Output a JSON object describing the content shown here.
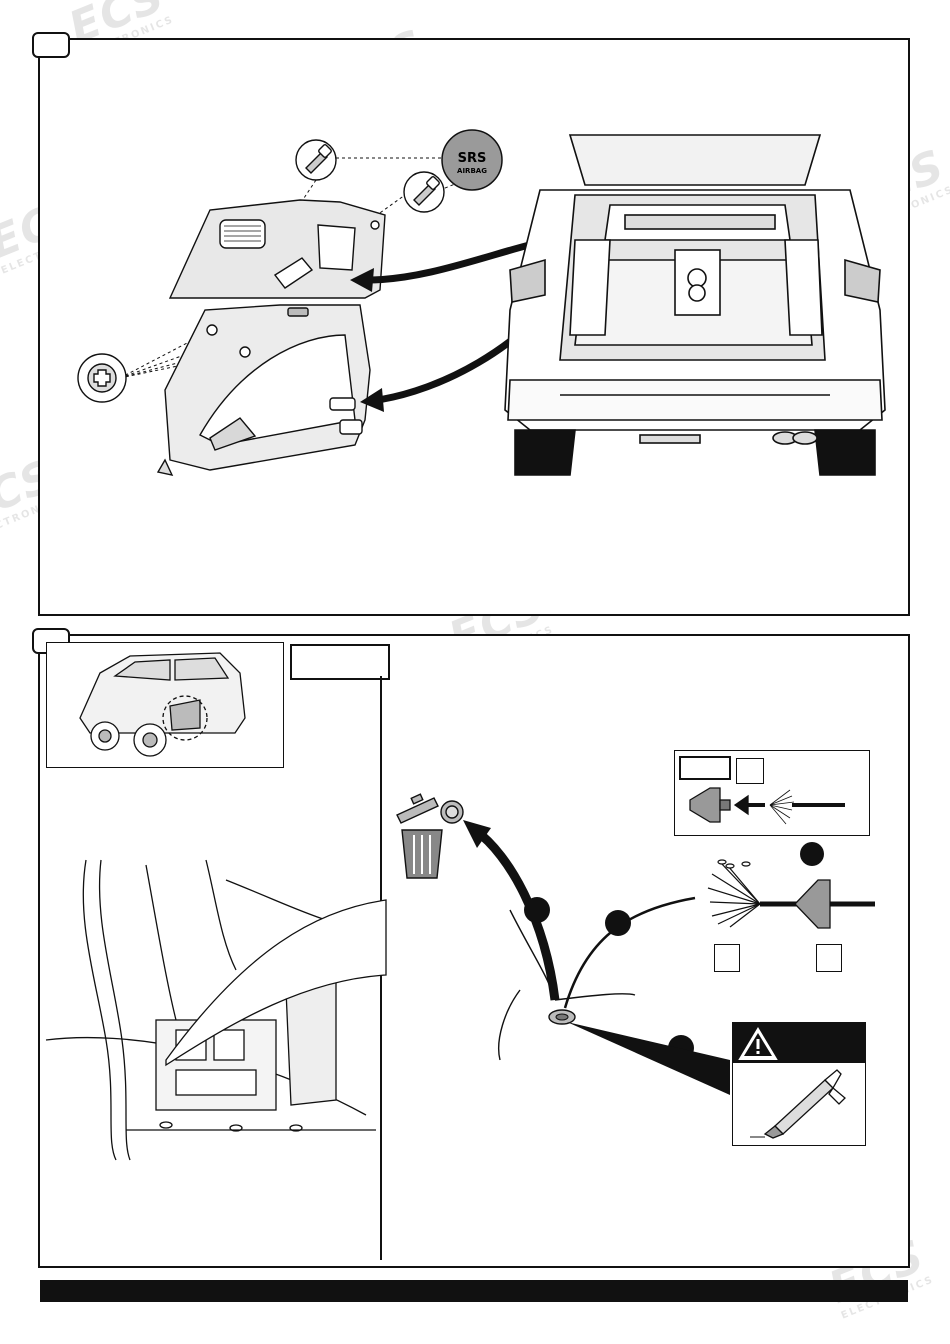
{
  "watermark": {
    "brand": "ECS",
    "tagline": "ELECTRONICS"
  },
  "srs_label": {
    "line1": "SRS",
    "line2": "AIRBAG"
  },
  "icons": [
    "screw-icon",
    "srs-airbag-icon",
    "trash-bin-icon",
    "warning-icon",
    "sealant-gun-icon",
    "grommet-icon",
    "wire-harness-icon"
  ],
  "colors": {
    "ink": "#111111",
    "badge_gray": "#9a9a9a",
    "warning_bg": "#111111",
    "warning_fg": "#ffffff"
  }
}
